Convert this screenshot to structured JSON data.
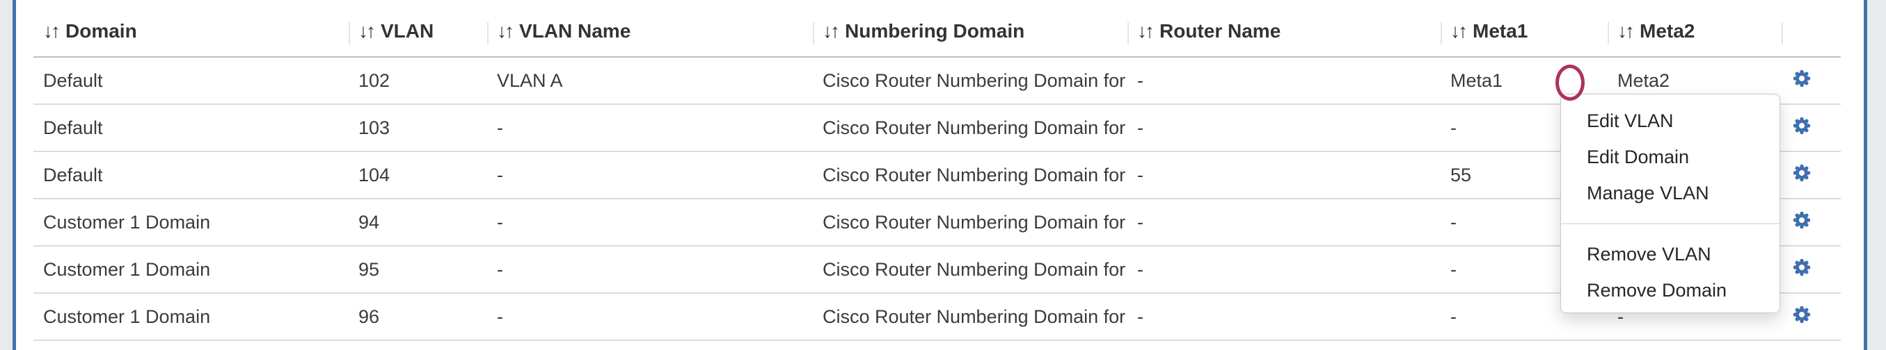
{
  "table": {
    "sort_icon": "↓↑",
    "columns": [
      {
        "key": "domain",
        "label": "Domain"
      },
      {
        "key": "vlan",
        "label": "VLAN"
      },
      {
        "key": "vlan_name",
        "label": "VLAN Name"
      },
      {
        "key": "numbering_domain",
        "label": "Numbering Domain"
      },
      {
        "key": "router_name",
        "label": "Router Name"
      },
      {
        "key": "meta1",
        "label": "Meta1"
      },
      {
        "key": "meta2",
        "label": "Meta2"
      },
      {
        "key": "actions",
        "label": ""
      }
    ],
    "rows": [
      {
        "domain": "Default",
        "vlan": "102",
        "vlan_name": "VLAN A",
        "numbering_domain": "Cisco Router Numbering Domain for ...",
        "router_name": "-",
        "meta1": "Meta1",
        "meta2": "Meta2"
      },
      {
        "domain": "Default",
        "vlan": "103",
        "vlan_name": "-",
        "numbering_domain": "Cisco Router Numbering Domain for ...",
        "router_name": "-",
        "meta1": "-",
        "meta2": ""
      },
      {
        "domain": "Default",
        "vlan": "104",
        "vlan_name": "-",
        "numbering_domain": "Cisco Router Numbering Domain for ...",
        "router_name": "-",
        "meta1": "55",
        "meta2": ""
      },
      {
        "domain": "Customer 1 Domain",
        "vlan": "94",
        "vlan_name": "-",
        "numbering_domain": "Cisco Router Numbering Domain for ...",
        "router_name": "-",
        "meta1": "-",
        "meta2": ""
      },
      {
        "domain": "Customer 1 Domain",
        "vlan": "95",
        "vlan_name": "-",
        "numbering_domain": "Cisco Router Numbering Domain for ...",
        "router_name": "-",
        "meta1": "-",
        "meta2": ""
      },
      {
        "domain": "Customer 1 Domain",
        "vlan": "96",
        "vlan_name": "-",
        "numbering_domain": "Cisco Router Numbering Domain for ...",
        "router_name": "-",
        "meta1": "-",
        "meta2": "-"
      }
    ]
  },
  "context_menu": {
    "groups": [
      {
        "items": [
          "Edit VLAN",
          "Edit Domain",
          "Manage VLAN"
        ]
      },
      {
        "items": [
          "Remove VLAN",
          "Remove Domain"
        ]
      }
    ]
  },
  "icons": {
    "row_actions": "gear-icon",
    "header_sort": "sort-arrows-icon"
  },
  "annotation": {
    "shape": "circle",
    "color": "#ad3357"
  },
  "colors": {
    "side_border_blue": "#4273a9",
    "gear_blue": "#3f6fae",
    "header_text": "#333333",
    "cell_text": "#3b3b3b",
    "row_separator": "#dcdcdc",
    "menu_border": "#c8c8c8"
  }
}
